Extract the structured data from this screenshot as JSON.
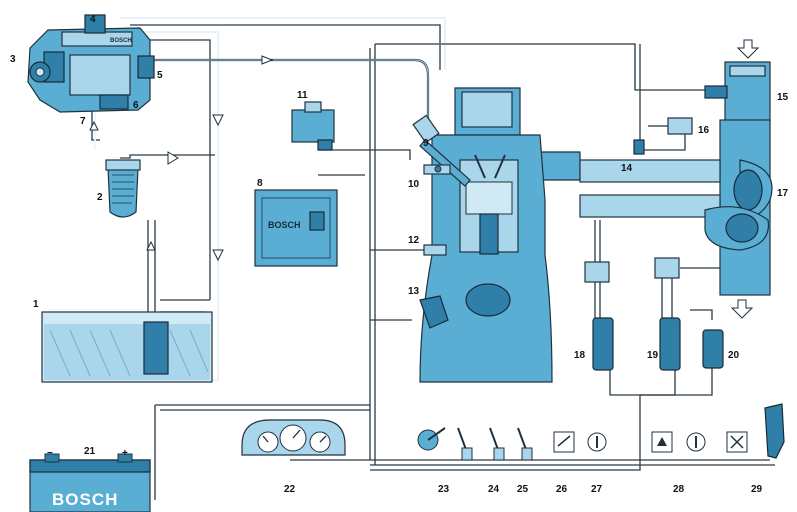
{
  "labels": {
    "n1": "1",
    "n2": "2",
    "n3": "3",
    "n4": "4",
    "n5": "5",
    "n6": "6",
    "n7": "7",
    "n8": "8",
    "n9": "9",
    "n10": "10",
    "n11": "11",
    "n12": "12",
    "n13": "13",
    "n14": "14",
    "n15": "15",
    "n16": "16",
    "n17": "17",
    "n18": "18",
    "n19": "19",
    "n20": "20",
    "n21": "21",
    "n22": "22",
    "n23": "23",
    "n24": "24",
    "n25": "25",
    "n26": "26",
    "n27": "27",
    "n28": "28",
    "n29": "29"
  },
  "battery": {
    "minus": "−",
    "plus": "+"
  },
  "brands": {
    "pump": "BOSCH",
    "ecu": "BOSCH",
    "battery": "BOSCH"
  },
  "colors": {
    "component_blue": "#5aaed3",
    "light_blue": "#a9d6ea",
    "dark_blue": "#2f7fa8",
    "line": "#2b3a44"
  }
}
